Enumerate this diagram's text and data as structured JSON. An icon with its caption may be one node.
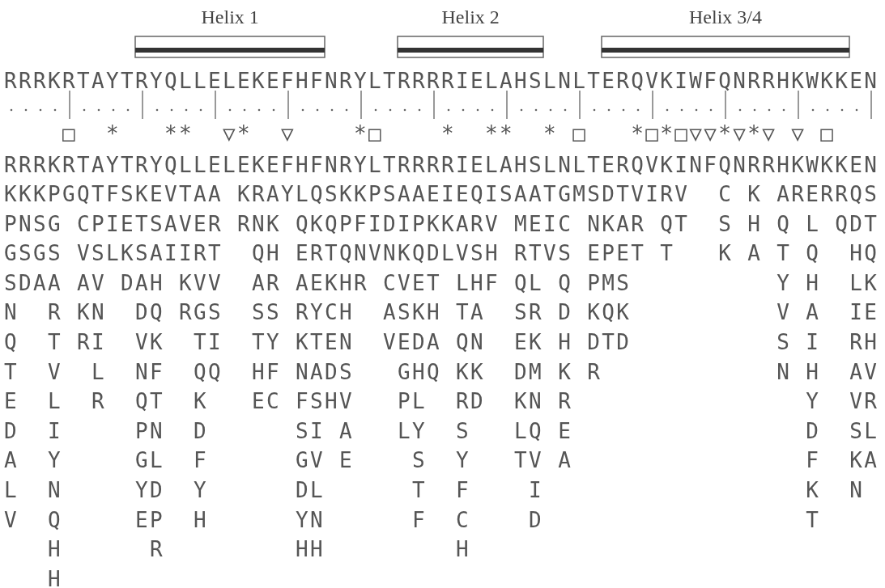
{
  "diagram": {
    "labels": [
      "Helix 1",
      "Helix 2",
      "Helix 3/4",
      "RRRKRTAYTRYQLLELEKEFHFNRYLTRRRRIELAHSLNLTERQVKIWFQNRRHKWKKEN",
      "    □  *   **  ▽*  ▽    *□    *  **  * □   *□*□▽▽*▽*▽ ▽ □",
      "RRRKRTAYTRYQLLELEKEFHFNRYLTRRRRIELAHSLNLTERQVKINFQNRRHKWKKEN",
      "KKKPGQTFSKEVTAA KRAYLQSKKPSAAEIEQISAATGMSDTVIRV  C K ARERRQS",
      "PNSG CPIETSAVER RNK QKQPFIDIPKKARV MEIC NKAR QT  S H Q L QDT",
      "GSGS VSLKSAIIRT  QH ERTQNVNKQDLVSH RTVS EPET T   K A T Q  HQ",
      "SDAA AV DAH KVV  AR AEKHR CVET LHF QL Q PMS          Y H  LK",
      "N  R KN  DQ RGS  SS RYCH  ASKH TA  SR D KQK          V A  IE",
      "Q  T RI  VK  TI  TY KTEN  VEDA QN  EK H DTD          S I  RH",
      "T  V  L  NF  QQ  HF NADS   GHQ KK  DM K R            N H  AV",
      "E  L  R  QT  K   EC FSHV   PL  RD  KN R                Y  VR",
      "D  I     PN  D      SI A   LY  S   LQ E                D  SL",
      "A  Y     GL  F      GV E    S  Y   TV A                F  KA",
      "L  N     YD  Y      DL      T  F    I                  K  N",
      "V  Q     EP  H      YN      F  C    D                  T",
      "   H      R         HH         H",
      "   H"
    ]
  }
}
